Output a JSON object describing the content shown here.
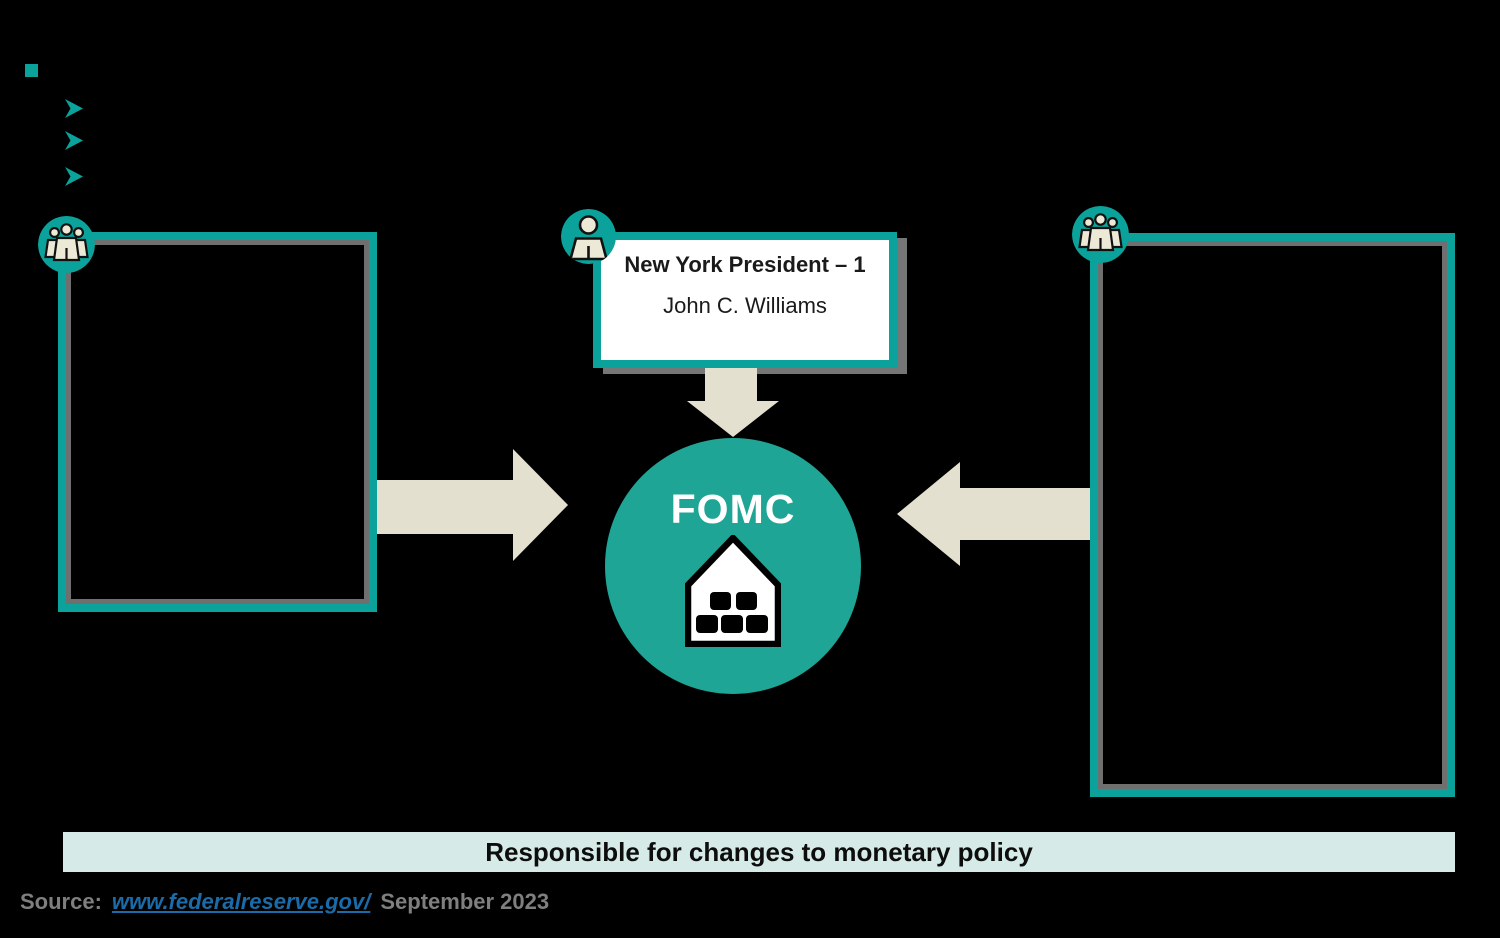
{
  "colors": {
    "bg": "#000000",
    "teal": "#0aa29a",
    "circle-teal": "#1ea596",
    "beige": "#e4e0cf",
    "banner-bg": "#d6ebe7",
    "icon-fill": "#ece9d6",
    "gray-line": "#6f6f6f",
    "shadow": "#767676",
    "link-blue": "#1a6ba8",
    "muted-gray": "#7f7f7f",
    "text-dark": "#1a1a1a"
  },
  "bullets": {
    "square_icon": "square-bullet",
    "arrow_icon": "arrow-bullet",
    "arrow_count": 3
  },
  "left_panel": {
    "icon": "people-group-icon"
  },
  "right_panel": {
    "icon": "people-group-icon"
  },
  "president_card": {
    "icon": "person-icon",
    "title": "New York President – 1",
    "name": "John C. Williams"
  },
  "fomc": {
    "label": "FOMC",
    "icon": "bank-building-icon"
  },
  "banner": {
    "text": "Responsible for changes to monetary policy"
  },
  "source": {
    "label": "Source:",
    "link": "www.federalreserve.gov/",
    "date": "September 2023"
  }
}
